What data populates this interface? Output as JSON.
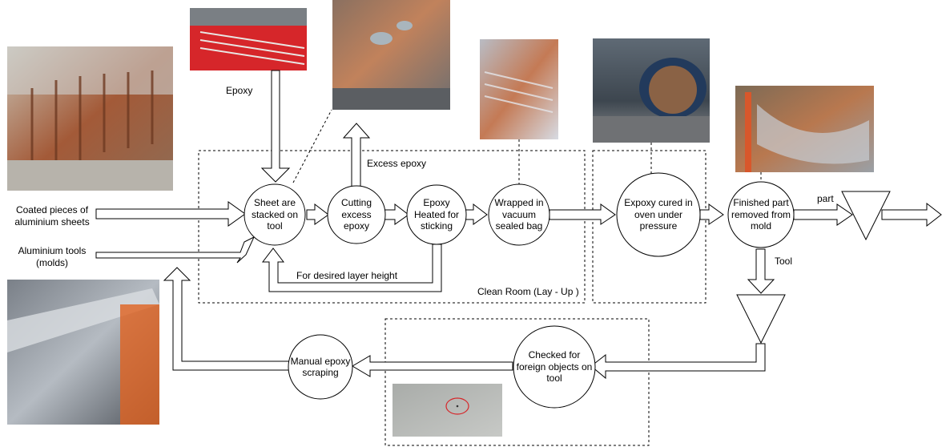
{
  "nodes": {
    "stack": "Sheet are\nstacked on\ntool",
    "cut": "Cutting\nexcess\nepoxy",
    "heat": "Epoxy\nHeated for\nsticking",
    "wrap": "Wrapped in\nvacuum\nsealed bag",
    "cure": "Expoxy cured in\noven under\npressure",
    "finished": "Finished part\nremoved from\nmold",
    "checked": "Checked for\nforeign objects on\ntool",
    "scrape": "Manual epoxy\nscraping"
  },
  "labels": {
    "coated": "Coated pieces of\naluminium sheets",
    "tools": "Aluminium tools\n(molds)",
    "epoxy": "Epoxy",
    "excess": "Excess epoxy",
    "layer": "For desired layer height",
    "clean_room": "Clean Room (Lay - Up )",
    "part": "part",
    "tool": "Tool"
  },
  "photos": {
    "coated_sheets": "photo of coated aluminium sheets hanging on rails",
    "epoxy_film": "photo of red epoxy film",
    "layup": "photo of stacked sheets on tool",
    "vacuum_bag": "photo of vacuum bagged part",
    "oven": "photo of autoclave oven",
    "finished_part": "photo of finished part in mold",
    "molds": "photo of aluminium tools",
    "inspection": "photo of tool surface with marked foreign object"
  }
}
